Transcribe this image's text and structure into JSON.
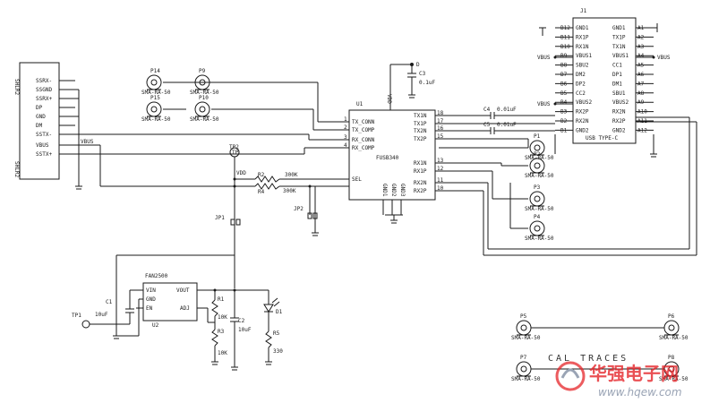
{
  "connectors": {
    "hdmi_left": {
      "ref": "SHLR2",
      "ref_bottom": "SHLR2",
      "pins": [
        "SSRX-",
        "SSGND",
        "SSRX+",
        "DP",
        "GND",
        "DM",
        "SSTX-",
        "VBUS",
        "SSTX+"
      ]
    },
    "usb_c": {
      "ref": "J1",
      "type": "USB TYPE-C",
      "left_pins": [
        "GND1",
        "RX1P",
        "RX1N",
        "VBUS1",
        "SBU2",
        "DM2",
        "DP2",
        "CC2",
        "VBUS2",
        "RX2P",
        "RX2N",
        "GND2"
      ],
      "left_nums": [
        "B12",
        "B11",
        "B10",
        "B9",
        "B8",
        "B7",
        "B6",
        "B5",
        "B4",
        "B3",
        "B2",
        "B1"
      ],
      "right_pins": [
        "GND1",
        "TX1P",
        "TX1N",
        "VBUS1",
        "CC1",
        "DP1",
        "DM1",
        "SBU1",
        "VBUS2",
        "RX2N",
        "RX2P",
        "GND2"
      ],
      "right_nums": [
        "A1",
        "A2",
        "A3",
        "A4",
        "A5",
        "A6",
        "A7",
        "A8",
        "A9",
        "A10",
        "A11",
        "A12"
      ],
      "net_left1": "VBUS",
      "net_left2": "VBUS",
      "net_right": "VBUS"
    }
  },
  "ic_redriver": {
    "ref": "U1",
    "part": "FUSB340",
    "vdd": "VDD",
    "left_pins": [
      "TX_CONN",
      "TX_COMP",
      "RX_CONN",
      "RX_COMP"
    ],
    "left_nums": [
      "1",
      "2",
      "3",
      "4"
    ],
    "sel": "SEL",
    "right_pins": [
      "TX1N",
      "TX1P",
      "TX2N",
      "TX2P",
      "RX1N",
      "RX1P",
      "RX2N",
      "RX2P"
    ],
    "right_nums": [
      "18",
      "17",
      "16",
      "15",
      "13",
      "12",
      "11",
      "10"
    ],
    "bottom_pins": [
      "GND1",
      "GND2",
      "GND3"
    ]
  },
  "ic_ldo": {
    "ref": "U2",
    "part": "FAN2500",
    "left_pins": [
      "VIN",
      "GND",
      "EN"
    ],
    "right_pins": [
      "VOUT",
      "ADJ"
    ]
  },
  "passives": {
    "c3": {
      "ref": "C3",
      "value": "0.1uF"
    },
    "c4": {
      "ref": "C4",
      "value": "0.01uF"
    },
    "c5": {
      "ref": "C5",
      "value": "0.01uF"
    },
    "c1": {
      "ref": "C1",
      "value": "10uF"
    },
    "c2": {
      "ref": "C2",
      "value": "10uF"
    },
    "r2": {
      "ref": "R2",
      "value": "300K"
    },
    "r4": {
      "ref": "R4",
      "value": "300K"
    },
    "r1": {
      "ref": "R1",
      "value": "10K"
    },
    "r3": {
      "ref": "R3",
      "value": "10K"
    },
    "r5": {
      "ref": "R5",
      "value": "330"
    },
    "d1": {
      "ref": "D1"
    }
  },
  "testpoints": {
    "tp1": "TP1",
    "tp2": "TP2",
    "tp": "TP"
  },
  "jumpers": {
    "jp1": "JP1",
    "jp2": "JP2"
  },
  "sma_left": [
    {
      "ref": "P14",
      "label": "SMA-RA-50"
    },
    {
      "ref": "P15",
      "label": "SMA-RA-50"
    },
    {
      "ref": "P9",
      "label": "SMA-RA-50"
    },
    {
      "ref": "P10",
      "label": "SMA-RA-50"
    }
  ],
  "sma_right": [
    {
      "ref": "P1",
      "label": "SMA-RA-50"
    },
    {
      "ref": "P2",
      "label": "SMA-RA-50"
    },
    {
      "ref": "P3",
      "label": "SMA-RA-50"
    },
    {
      "ref": "P4",
      "label": "SMA-RA-50"
    }
  ],
  "cal": {
    "title": "CAL  TRACES",
    "connectors": [
      {
        "ref": "P5",
        "label": "SMA-RA-50"
      },
      {
        "ref": "P6",
        "label": "SMA-RA-50"
      },
      {
        "ref": "P7",
        "label": "SMA-RA-50"
      },
      {
        "ref": "P8",
        "label": "SMA-RA-50"
      }
    ]
  },
  "nets": {
    "vdd": "VDD",
    "vbus": "VBUS",
    "gnd_label": "D"
  },
  "watermark": {
    "cn": "华强电子网",
    "url": "www.hqew.com"
  }
}
